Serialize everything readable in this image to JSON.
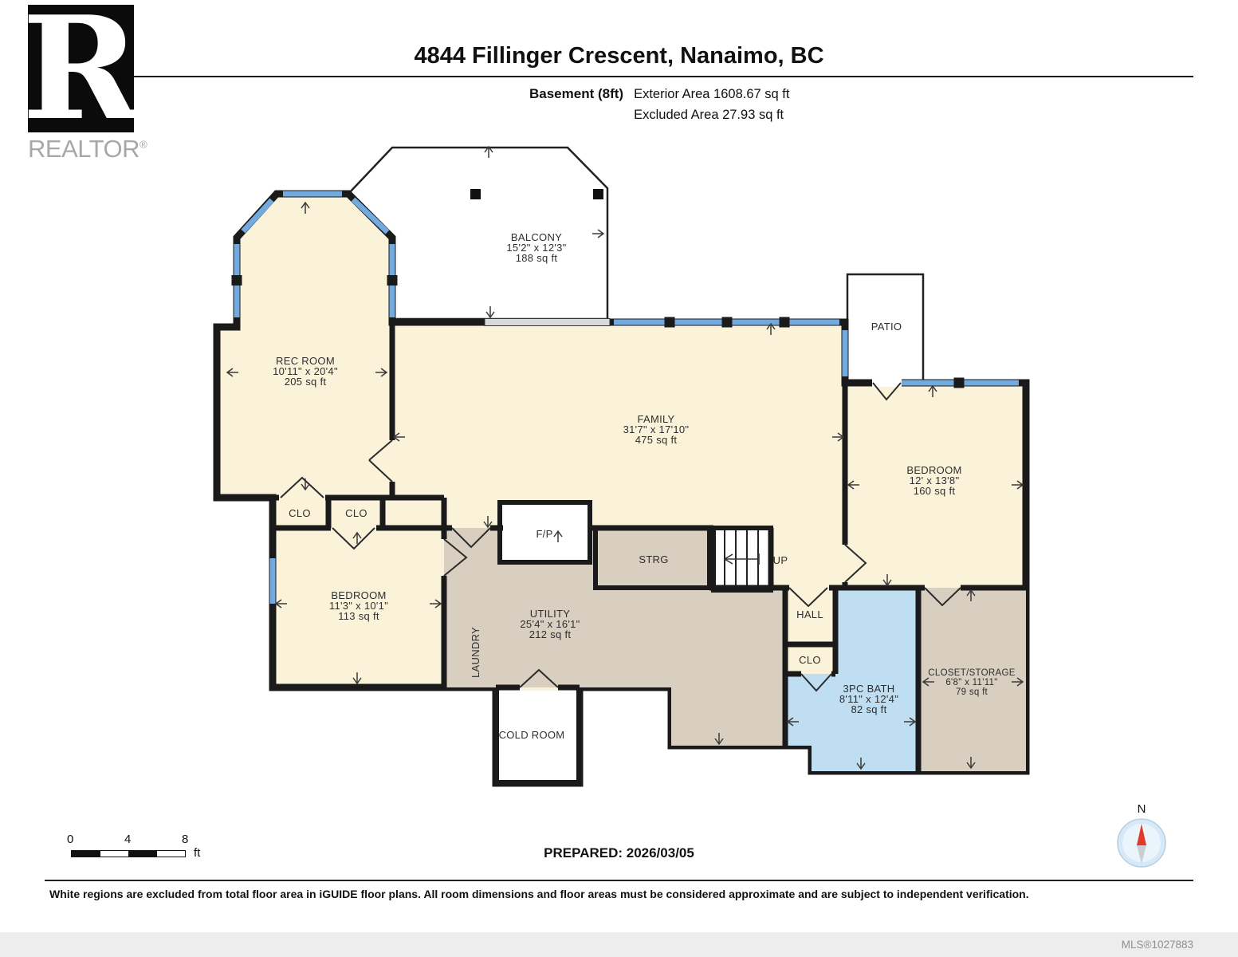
{
  "logo": {
    "letter": "R",
    "brand": "REALTOR",
    "reg": "®"
  },
  "header": {
    "title": "4844 Fillinger Crescent, Nanaimo, BC",
    "floor": "Basement (8ft)",
    "exterior": "Exterior Area 1608.67 sq ft",
    "excluded": "Excluded Area 27.93 sq ft"
  },
  "rooms": {
    "balcony": {
      "name": "BALCONY",
      "dims": "15'2\" x 12'3\"",
      "area": "188 sq ft"
    },
    "rec": {
      "name": "REC ROOM",
      "dims": "10'11\" x 20'4\"",
      "area": "205 sq ft"
    },
    "family": {
      "name": "FAMILY",
      "dims": "31'7\" x 17'10\"",
      "area": "475 sq ft"
    },
    "patio": {
      "name": "PATIO"
    },
    "bedroom_right": {
      "name": "BEDROOM",
      "dims": "12' x 13'8\"",
      "area": "160 sq ft"
    },
    "bedroom_left": {
      "name": "BEDROOM",
      "dims": "11'3\" x 10'1\"",
      "area": "113 sq ft"
    },
    "clo_left": {
      "name": "CLO"
    },
    "clo_right": {
      "name": "CLO"
    },
    "fireplace": {
      "name": "F/P"
    },
    "storage": {
      "name": "STRG"
    },
    "stairs": {
      "name": "UP"
    },
    "hall": {
      "name": "HALL"
    },
    "clo_hall": {
      "name": "CLO"
    },
    "utility": {
      "name": "UTILITY",
      "dims": "25'4\" x 16'1\"",
      "area": "212 sq ft"
    },
    "laundry": {
      "name": "LAUNDRY"
    },
    "cold_room": {
      "name": "COLD ROOM"
    },
    "bath": {
      "name": "3PC BATH",
      "dims": "8'11\" x 12'4\"",
      "area": "82 sq ft"
    },
    "closet_storage": {
      "name": "CLOSET/STORAGE",
      "dims": "6'8\" x 11'11\"",
      "area": "79 sq ft"
    }
  },
  "scale": {
    "zero": "0",
    "four": "4",
    "eight": "8",
    "unit": "ft"
  },
  "compass": {
    "north": "N"
  },
  "footer": {
    "prepared": "PREPARED: 2026/03/05",
    "disclaimer": "White regions are excluded from total floor area in iGUIDE floor plans. All room dimensions and floor areas must be considered approximate and are subject to independent verification.",
    "mls": "MLS®1027883"
  },
  "colors": {
    "room": "#FAF3DA",
    "utility": "#D8CFC0",
    "bath": "#BFDEF2",
    "window": "#72A9DE",
    "wall": "#1A1A1A"
  }
}
